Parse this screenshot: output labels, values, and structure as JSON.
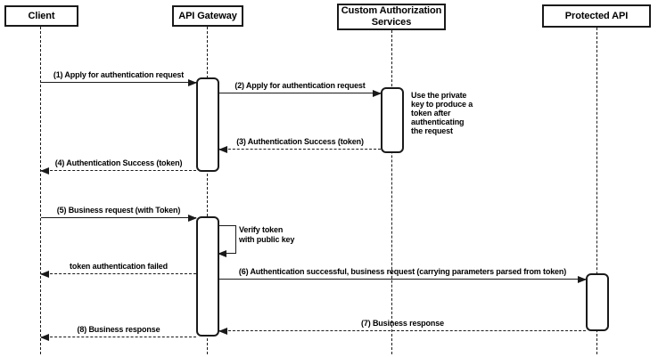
{
  "diagram": {
    "type": "sequence",
    "colors": {
      "stroke": "#1a1a1a",
      "background": "#ffffff",
      "text": "#000000"
    },
    "actors": [
      {
        "label": "Client"
      },
      {
        "label": "API Gateway"
      },
      {
        "label": "Custom Authorization\nServices"
      },
      {
        "label": "Protected API"
      }
    ],
    "messages": [
      {
        "label": "(1) Apply for authentication request",
        "from": "Client",
        "to": "API Gateway",
        "line": "solid",
        "direction": "right"
      },
      {
        "label": "(2) Apply for authentication request",
        "from": "API Gateway",
        "to": "Custom Authorization Services",
        "line": "solid",
        "direction": "right"
      },
      {
        "label": "(3) Authentication Success (token)",
        "from": "Custom Authorization Services",
        "to": "API Gateway",
        "line": "dashed",
        "direction": "left"
      },
      {
        "label": "(4) Authentication Success (token)",
        "from": "API Gateway",
        "to": "Client",
        "line": "dashed",
        "direction": "left"
      },
      {
        "label": "(5) Business request (with Token)",
        "from": "Client",
        "to": "API Gateway",
        "line": "solid",
        "direction": "right"
      },
      {
        "label": "Verify token\nwith public key",
        "from": "API Gateway",
        "to": "API Gateway",
        "line": "solid",
        "direction": "self"
      },
      {
        "label": "token authentication failed",
        "from": "API Gateway",
        "to": "Client",
        "line": "dashed",
        "direction": "left"
      },
      {
        "label": "(6) Authentication successful, business request (carrying parameters parsed from token)",
        "from": "API Gateway",
        "to": "Protected API",
        "line": "solid",
        "direction": "right"
      },
      {
        "label": "(7) Business response",
        "from": "Protected API",
        "to": "API Gateway",
        "line": "dashed",
        "direction": "left"
      },
      {
        "label": "(8) Business response",
        "from": "API Gateway",
        "to": "Client",
        "line": "dashed",
        "direction": "left"
      }
    ],
    "note": {
      "label": "Use the private\nkey to produce a\ntoken after\nauthenticating\nthe request"
    }
  }
}
